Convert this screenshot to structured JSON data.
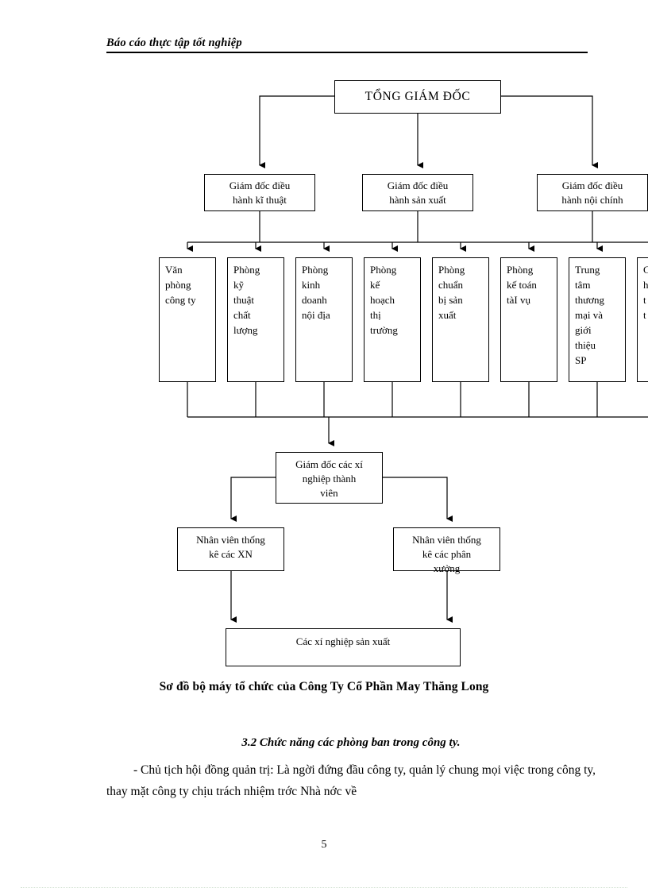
{
  "document": {
    "running_header": "Báo cáo thực tập tốt nghiệp",
    "page_number": "5"
  },
  "chart": {
    "caption": "Sơ đồ bộ máy tổ chức của Công Ty Cổ Phần May Thăng Long",
    "ceo": "TỔNG GIÁM ĐỐC",
    "directors": [
      {
        "line1": "Giám đốc điều",
        "line2": "hành kĩ thuật"
      },
      {
        "line1": "Giám đốc điều",
        "line2": "hành sản xuất"
      },
      {
        "line1": "Giám đốc điều",
        "line2": "hành nội chính"
      }
    ],
    "departments": [
      {
        "lines": [
          "Văn",
          "phòng",
          "công ty"
        ]
      },
      {
        "lines": [
          "Phòng",
          "kỹ",
          "thuật",
          "chất",
          "lượng"
        ]
      },
      {
        "lines": [
          "Phòng",
          "kinh",
          "doanh",
          "nội địa"
        ]
      },
      {
        "lines": [
          "Phòng",
          "kế",
          "hoạch",
          "thị",
          "trường"
        ]
      },
      {
        "lines": [
          "Phòng",
          "chuẩn",
          "bị sản",
          "xuất"
        ]
      },
      {
        "lines": [
          "Phòng",
          "kế toán",
          "tàI vụ"
        ]
      },
      {
        "lines": [
          "Trung",
          "tâm",
          "thương",
          "mại và",
          "giới",
          "thiệu",
          "SP"
        ]
      },
      {
        "lines": [
          "C",
          "h",
          "t",
          "t"
        ]
      }
    ],
    "branch_manager": {
      "line1": "Giám đốc các xí",
      "line2": "nghiệp thành",
      "line3": "viên"
    },
    "staff": [
      {
        "line1": "Nhân viên thống",
        "line2": "kê các XN",
        "line3": ""
      },
      {
        "line1": "Nhân viên thống",
        "line2": "kê các phân",
        "line3": "xưởng"
      }
    ],
    "production": "Các xí nghiệp sản xuất"
  },
  "content": {
    "heading": "3.2 Chức năng các phòng ban trong công ty.",
    "paragraph": "- Chủ tịch hội đồng quản trị: Là ngời  đứng đầu công ty, quản lý chung mọi việc trong công ty, thay mặt công ty chịu trách nhiệm trớc  Nhà nớc  về"
  }
}
